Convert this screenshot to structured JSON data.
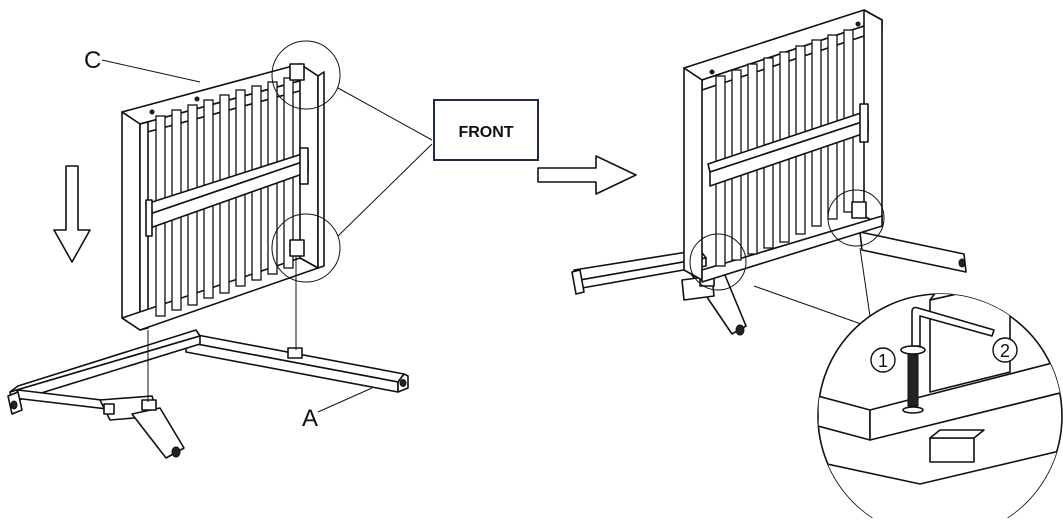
{
  "labels": {
    "panel": "C",
    "base": "A",
    "front": "FRONT",
    "step1": "1",
    "step2": "2"
  },
  "colors": {
    "line": "#111111",
    "front_box_border": "#1f2a4a",
    "background": "#ffffff"
  },
  "icons": {
    "down_arrow": "hollow-arrow-down",
    "right_arrow": "hollow-arrow-right"
  }
}
